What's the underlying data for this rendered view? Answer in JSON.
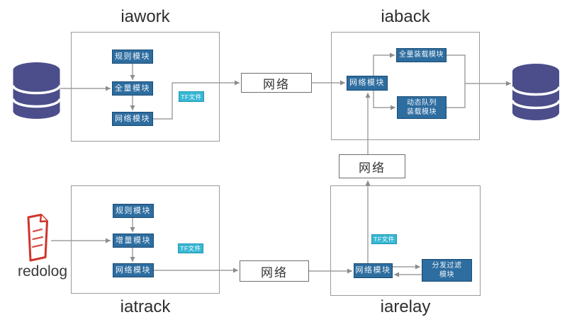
{
  "groups": {
    "iawork": {
      "title": "iawork",
      "modules": {
        "rule": "规则模块",
        "full": "全量模块",
        "net": "网络模块",
        "tf": "TF文件"
      }
    },
    "iaback": {
      "title": "iaback",
      "modules": {
        "net": "网络模块",
        "full_load": "全量装载模块",
        "dyn_load": "动态队列\n装载模块"
      }
    },
    "iatrack": {
      "title": "iatrack",
      "modules": {
        "rule": "规则模块",
        "incr": "增量模块",
        "net": "网络模块",
        "tf": "TF文件"
      }
    },
    "iarelay": {
      "title": "iarelay",
      "modules": {
        "net": "网络模块",
        "filter": "分发过滤\n模块",
        "tf": "TF文件"
      }
    }
  },
  "network_boxes": {
    "top": "网络",
    "middle": "网络",
    "bottom": "网络"
  },
  "labels": {
    "redolog": "redolog"
  },
  "icons": {
    "database_left": "database-icon",
    "database_right": "database-icon",
    "redolog": "redolog-icon"
  },
  "colors": {
    "module_fill": "#2d6da0",
    "module_border": "#1a4a72",
    "tf_fill": "#38b7d3",
    "tf_border": "#1e97b5",
    "database": "#4b4e8a",
    "redolog_red": "#d0342c",
    "connector": "#8c8c8c",
    "frame_border": "#9a9a9a",
    "text_dark": "#2e2e2e"
  }
}
